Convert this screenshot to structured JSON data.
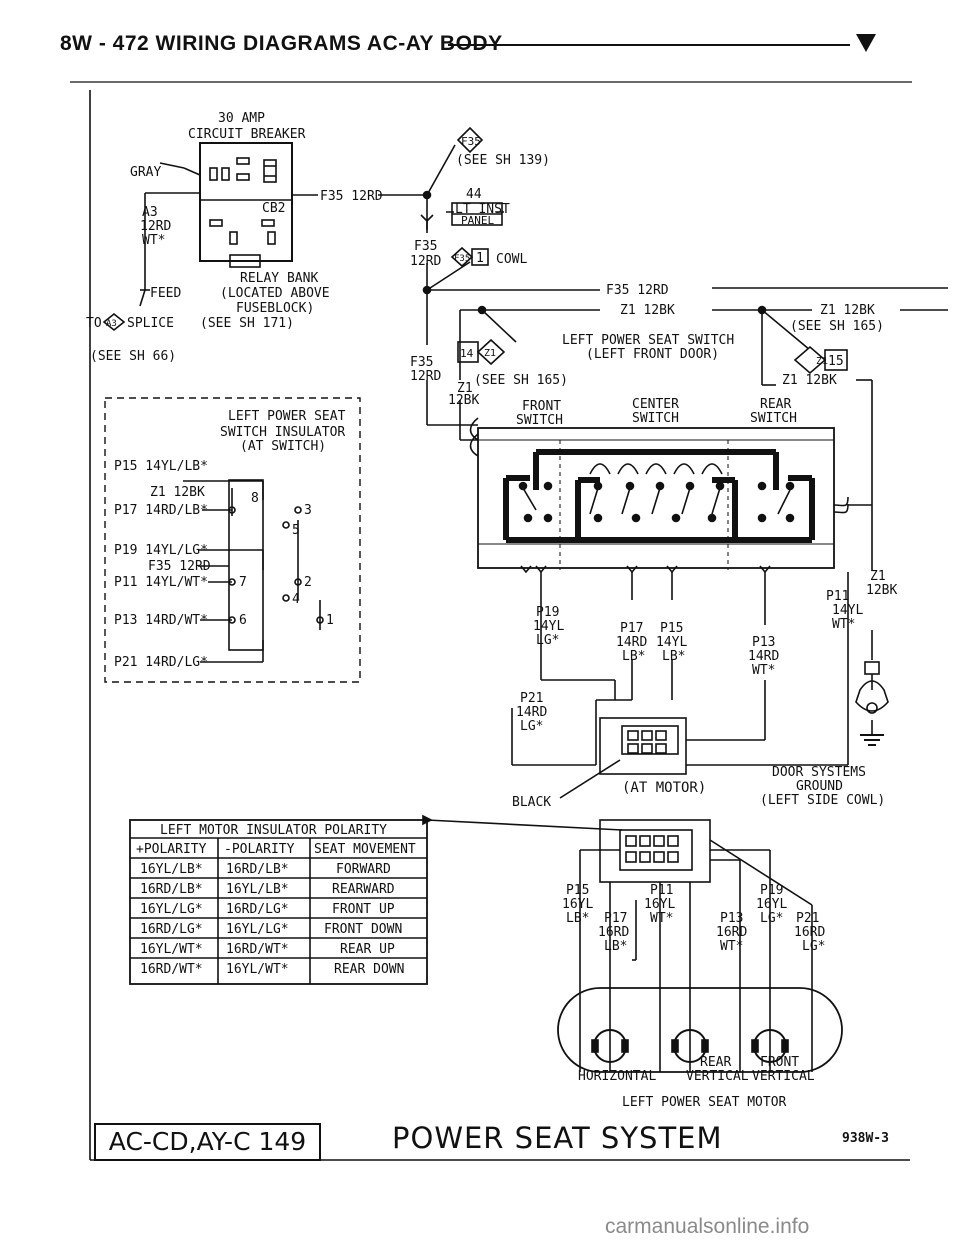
{
  "header": {
    "title": "8W - 472   WIRING DIAGRAMS AC-AY BODY"
  },
  "breaker": {
    "title_1": "30 AMP",
    "title_2": "CIRCUIT BREAKER",
    "gray": "GRAY",
    "cb": "CB2",
    "a3": "A3",
    "a3_wire": "12RD",
    "a3_color": "WT*",
    "bank_1": "RELAY BANK",
    "bank_2": "(LOCATED ABOVE",
    "bank_3": "FUSEBLOCK)",
    "bank_4": "(SEE SH 171)",
    "feed": "FEED",
    "to": "TO",
    "splice_tag": "A3",
    "splice": "SPLICE",
    "see66": "(SEE SH 66)",
    "out_wire": "F35 12RD"
  },
  "top_right": {
    "f35_tag": "F35",
    "see139": "(SEE SH 139)",
    "num44": "44",
    "panel_1": "LT INST",
    "panel_2": "PANEL",
    "f35_a": "F35",
    "f35_a_wire": "12RD",
    "cowl_tag": "F35",
    "cowl_pin": "1",
    "cowl": "COWL",
    "f35_run": "F35 12RD",
    "z1_run": "Z1 12BK",
    "z1_right": "Z1 12BK",
    "see165_r": "(SEE SH 165)",
    "z1_tag": "Z1",
    "z1_pin": "15",
    "z1_right2": "Z1 12BK",
    "lp_1": "LEFT POWER SEAT SWITCH",
    "lp_2": "(LEFT FRONT DOOR)",
    "tag14": "14",
    "tag14_z": "Z1",
    "f35_b": "F35",
    "f35_b_wire": "12RD",
    "z1_l": "Z1",
    "see165_l": "(SEE SH 165)",
    "z1_l_wire": "12BK"
  },
  "switch": {
    "front_1": "FRONT",
    "front_2": "SWITCH",
    "center_1": "CENTER",
    "center_2": "SWITCH",
    "rear_1": "REAR",
    "rear_2": "SWITCH"
  },
  "insulator": {
    "title_1": "LEFT POWER SEAT",
    "title_2": "SWITCH INSULATOR",
    "title_3": "(AT SWITCH)",
    "r1": "P15 14YL/LB*",
    "r2": "Z1 12BK",
    "r3": "P17 14RD/LB*",
    "r4": "P19 14YL/LG*",
    "r5": "F35 12RD",
    "r6": "P11 14YL/WT*",
    "r7": "P13 14RD/WT*",
    "r8": "P21 14RD/LG*",
    "n8": "8",
    "n3": "3",
    "n5": "5",
    "n7": "7",
    "n2": "2",
    "n4": "4",
    "n6": "6",
    "n1": "1"
  },
  "mid_wires": {
    "p19_1": "P19",
    "p19_2": "14YL",
    "p19_3": "LG*",
    "p17_1": "P17",
    "p17_2": "14RD",
    "p17_3": "LB*",
    "p15_1": "P15",
    "p15_2": "14YL",
    "p15_3": "LB*",
    "p13_1": "P13",
    "p13_2": "14RD",
    "p13_3": "WT*",
    "p11_1": "P11",
    "p11_2": "14YL",
    "p11_3": "WT*",
    "z1_1": "Z1",
    "z1_2": "12BK",
    "p21_1": "P21",
    "p21_2": "14RD",
    "p21_3": "LG*",
    "at_motor": "(AT MOTOR)",
    "black": "BLACK",
    "ground_1": "DOOR SYSTEMS",
    "ground_2": "GROUND",
    "ground_3": "(LEFT SIDE COWL)"
  },
  "polarity_table": {
    "title": "LEFT MOTOR INSULATOR POLARITY",
    "headers": [
      "+POLARITY",
      "-POLARITY",
      "SEAT MOVEMENT"
    ],
    "rows": [
      [
        "16YL/LB*",
        "16RD/LB*",
        "FORWARD"
      ],
      [
        "16RD/LB*",
        "16YL/LB*",
        "REARWARD"
      ],
      [
        "16YL/LG*",
        "16RD/LG*",
        "FRONT UP"
      ],
      [
        "16RD/LG*",
        "16YL/LG*",
        "FRONT DOWN"
      ],
      [
        "16YL/WT*",
        "16RD/WT*",
        "REAR UP"
      ],
      [
        "16RD/WT*",
        "16YL/WT*",
        "REAR DOWN"
      ]
    ]
  },
  "motor": {
    "p15_1": "P15",
    "p15_2": "16YL",
    "p15_3": "LB*",
    "p17_1": "P17",
    "p17_2": "16RD",
    "p17_3": "LB*",
    "p11_1": "P11",
    "p11_2": "16YL",
    "p11_3": "WT*",
    "p13_1": "P13",
    "p13_2": "16RD",
    "p13_3": "WT*",
    "p19_1": "P19",
    "p19_2": "16YL",
    "p19_3": "LG*",
    "p21_1": "P21",
    "p21_2": "16RD",
    "p21_3": "LG*",
    "horizontal": "HORIZONTAL",
    "rear_1": "REAR",
    "rear_2": "VERTICAL",
    "front_1": "FRONT",
    "front_2": "VERTICAL",
    "label": "LEFT POWER SEAT MOTOR"
  },
  "footer": {
    "ref": "AC-CD,AY-C 149",
    "title": "POWER SEAT SYSTEM",
    "code": "938W-3"
  },
  "watermark": "carmanualsonline.info"
}
